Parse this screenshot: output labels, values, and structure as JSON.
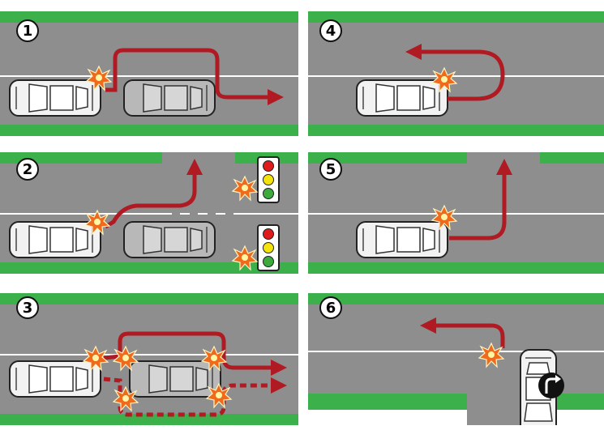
{
  "panels": [
    {
      "number": "1"
    },
    {
      "number": "2"
    },
    {
      "number": "3"
    },
    {
      "number": "4"
    },
    {
      "number": "5"
    },
    {
      "number": "6"
    }
  ],
  "colors": {
    "road": "#8e8e8e",
    "grass": "#3cb04a",
    "lane_line": "#ffffff",
    "arrow": "#b01a22",
    "car_body": "#f2f2f2",
    "car_stopped": "#b8b8b8",
    "flash": "#f06a1e",
    "light_red": "#e01b1b",
    "light_yellow": "#f5e40c",
    "light_green": "#3caa3c"
  },
  "icons": [
    "car-icon",
    "collision-flash-icon",
    "traffic-light-icon",
    "turn-right-sign-icon",
    "direction-arrow-icon"
  ]
}
